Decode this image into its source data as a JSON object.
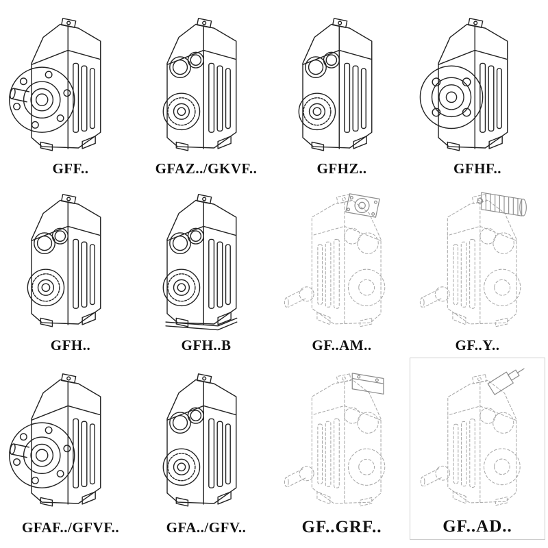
{
  "colors": {
    "ink": "#242424",
    "phantom": "#a8a8a8",
    "background": "#ffffff"
  },
  "grid": {
    "items": [
      {
        "label": "GFF..",
        "drawing": "gearbox-solid-flange-output"
      },
      {
        "label": "GFAZ../GKVF..",
        "drawing": "gearbox-solid-hollow-shaft"
      },
      {
        "label": "GFHZ..",
        "drawing": "gearbox-solid-hollow-shaft"
      },
      {
        "label": "GFHF..",
        "drawing": "gearbox-solid-four-hole-flange"
      },
      {
        "label": "GFH..",
        "drawing": "gearbox-solid-hollow-shaft"
      },
      {
        "label": "GFH..B",
        "drawing": "gearbox-solid-hollow-shaft-base"
      },
      {
        "label": "GF..AM..",
        "drawing": "gearbox-phantom-motor-adapter-flange"
      },
      {
        "label": "GF..Y..",
        "drawing": "gearbox-phantom-mounted-motor"
      },
      {
        "label": "GFAF../GFVF..",
        "drawing": "gearbox-solid-flange-output"
      },
      {
        "label": "GFA../GFV..",
        "drawing": "gearbox-solid-hollow-shaft"
      },
      {
        "label": "GF..GRF..",
        "drawing": "gearbox-phantom-input-block"
      },
      {
        "label": "GF..AD..",
        "drawing": "gearbox-phantom-input-shaft-adapter"
      }
    ]
  }
}
